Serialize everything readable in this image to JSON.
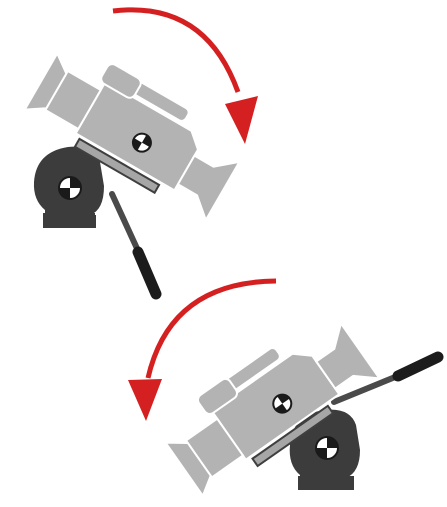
{
  "colors": {
    "camera_body": "#b3b3b3",
    "camera_outline": "#ffffff",
    "plate": "#a6a6a6",
    "plate_edge": "#3f3f3f",
    "tripod_head": "#3c3c3c",
    "handle": "#4a4a4a",
    "arrow": "#d42020",
    "screw_dark": "#1a1a1a",
    "screw_light": "#ffffff",
    "background": "#ffffff"
  },
  "figures": [
    {
      "id": "tilt-down",
      "rotation_direction": "clockwise",
      "description_icon": "camera-on-tripod-head-icon"
    },
    {
      "id": "tilt-up",
      "rotation_direction": "counter-clockwise",
      "description_icon": "camera-on-tripod-head-icon"
    }
  ]
}
